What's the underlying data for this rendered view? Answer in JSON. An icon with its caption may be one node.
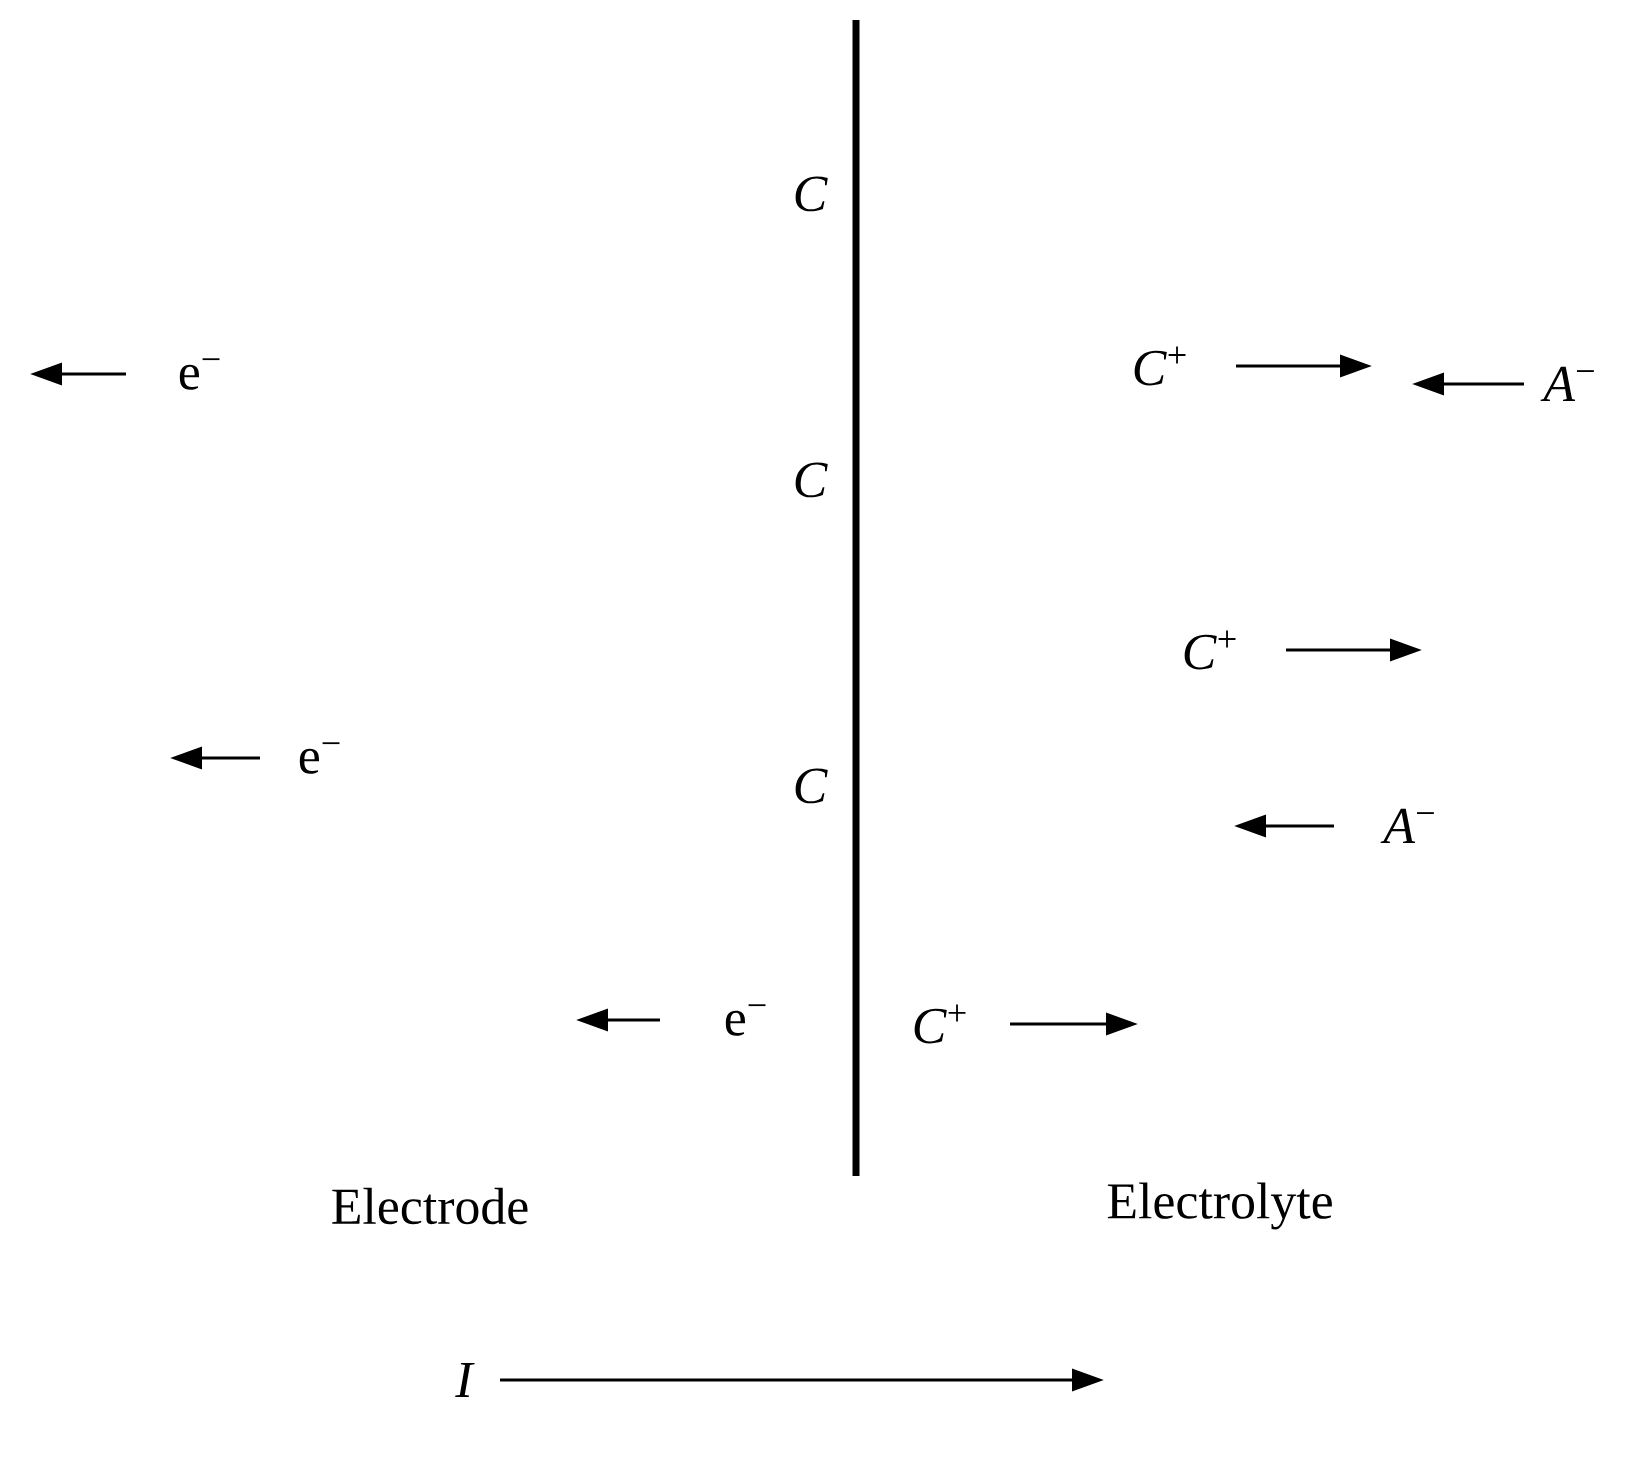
{
  "diagram": {
    "labels": [
      "C",
      "e$^{−}$",
      "*C*$^{+}$",
      "*A*$^{−}$",
      "C",
      "*C*$^{+}$",
      "e$^{−}$",
      "C",
      "*A*$^{−}$",
      "e$^{−}$",
      "*C*$^{+}$",
      "Electrode",
      "Electrolyte",
      "I"
    ]
  }
}
